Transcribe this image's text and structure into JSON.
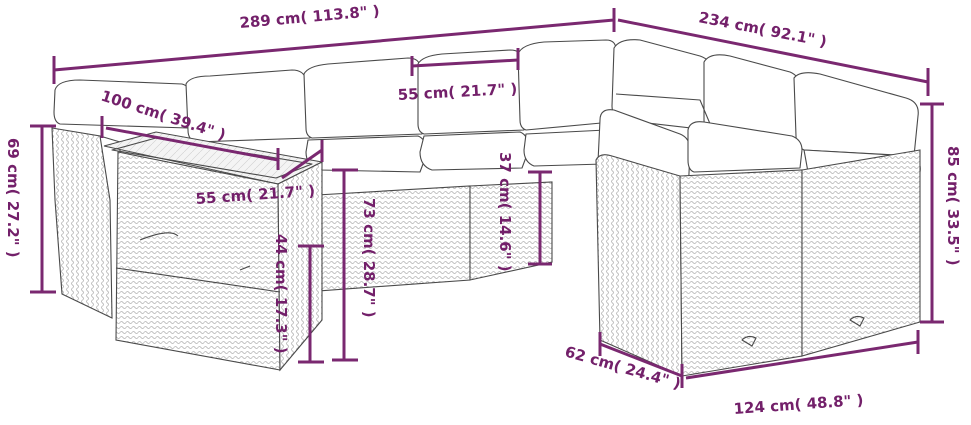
{
  "dimensions": {
    "total_width": "289 cm( 113.8\" )",
    "total_depth": "234 cm( 92.1\" )",
    "seat_width": "55 cm( 21.7\" )",
    "table_length": "100 cm( 39.4\" )",
    "table_width": "55 cm( 21.7\" )",
    "side_height": "69 cm( 27.2\" )",
    "table_height": "44 cm( 17.3\" )",
    "back_height": "73 cm( 28.7\" )",
    "seat_height": "37 cm( 14.6\" )",
    "total_height": "85 cm( 33.5\" )",
    "module_depth": "62 cm( 24.4\" )",
    "module_width": "124 cm( 48.8\" )"
  },
  "colors": {
    "dimension_line": "#7a2870",
    "label_text": "#73206a",
    "outline": "#4a4a4a"
  }
}
